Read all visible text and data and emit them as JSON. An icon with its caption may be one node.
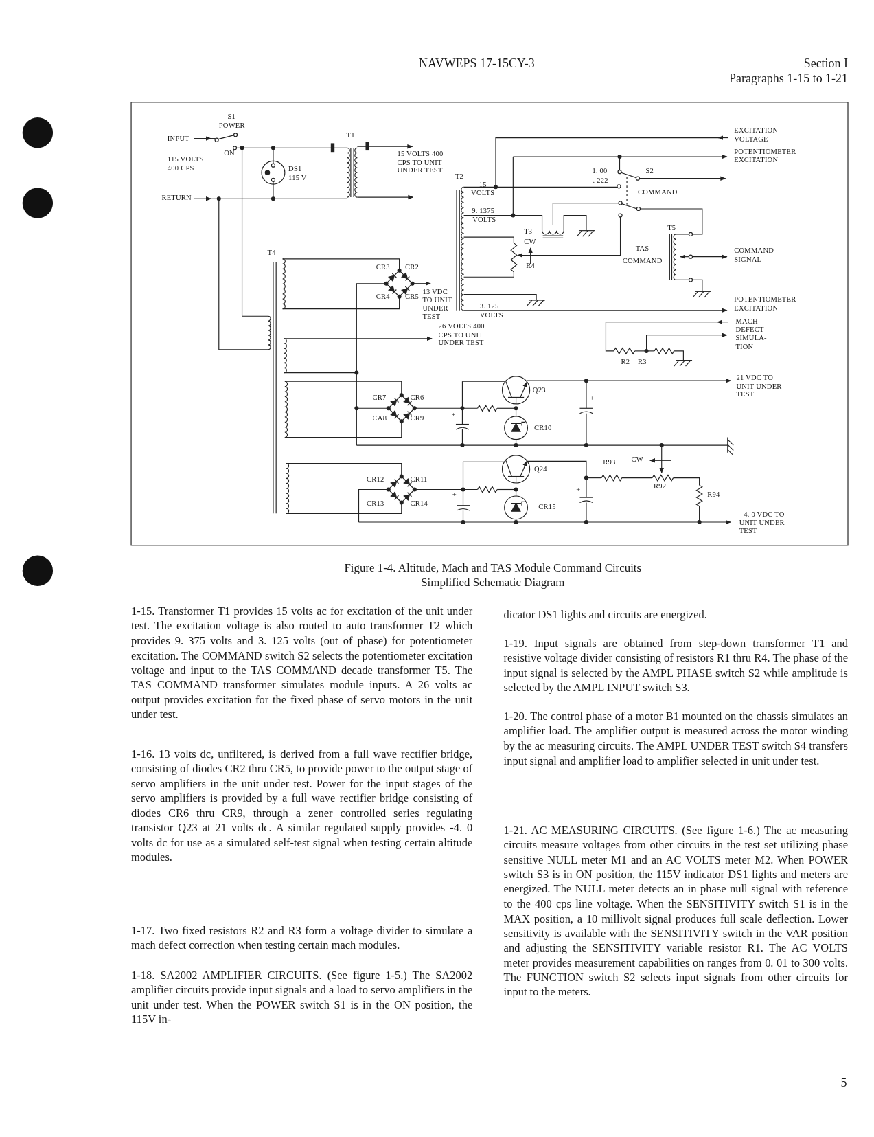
{
  "diagram": {
    "caption": "Figure 1-4. Altitude, Mach and TAS Module Command Circuits Simplified Schematic Diagram",
    "labels": [
      "NAVWEPS 17-15CY-3",
      "Section I",
      "Paragraphs 1-15 to 1-21",
      "S1",
      "POWER",
      "INPUT",
      "ON",
      "115 VOLTS 400 CPS",
      "T1",
      "DS1 115 V",
      "15 VOLTS 400 CPS TO UNIT UNDER TEST",
      "T2",
      "RETURN",
      "15",
      "VOLTS",
      "9. 1375",
      "VOLTS",
      "1. 00",
      ". 222",
      "S2",
      "COMMAND",
      "T3",
      "CW",
      "R4",
      "TAS",
      "COMMAND",
      "T5",
      "T4",
      "CR3",
      "CR2",
      "CR4",
      "CR5",
      "13 VDC TO UNIT UNDER TEST",
      "3. 125",
      "VOLTS",
      "26 VOLTS 400 CPS TO UNIT UNDER TEST",
      "EXCITATION VOLTAGE",
      "POTENTIOMETER EXCITATION",
      "COMMAND SIGNAL",
      "POTENTIOMETER EXCITATION",
      "MACH DEFECT SIMULA- TION",
      "R2",
      "R3",
      "21 VDC TO UNIT UNDER TEST",
      "Q23",
      "CR10",
      "CR7",
      "CR6",
      "CA8",
      "CR9",
      "+",
      "+",
      "CR12",
      "CR11",
      "CR13",
      "CR14",
      "+",
      "+",
      "Q24",
      "CR15",
      "R93",
      "CW",
      "R92",
      "R94",
      "- 4. 0 VDC TO UNIT UNDER TEST",
      "1-15. Transformer T1 provides 15 volts ac for excitation of the unit under test. The excitation voltage is also routed to auto transformer T2 which provides 9. 375 volts and 3. 125 volts (out of phase) for potentiometer excitation. The COMMAND switch S2 selects the potentiometer excitation voltage and input to the TAS COMMAND decade transformer T5. The TAS COMMAND transformer simulates module inputs. A 26 volts ac output provides excitation for the fixed phase of servo motors in the unit under test.",
      "1-16. 13 volts dc, unfiltered, is derived from a full wave rectifier bridge, consisting of diodes CR2 thru CR5, to provide power to the output stage of servo amplifiers in the unit under test. Power for the input stages of the servo amplifiers is provided by a full wave rectifier bridge consisting of diodes CR6 thru CR9, through a zener controlled series regulating transistor Q23 at 21 volts dc. A similar regulated supply provides -4. 0 volts dc for use as a simulated self-test signal when testing certain altitude modules.",
      "1-17. Two fixed resistors R2 and R3 form a voltage divider to simulate a mach defect correction when testing certain mach modules.",
      "1-18. SA2002 AMPLIFIER CIRCUITS. (See figure 1-5.) The SA2002 amplifier circuits provide input signals and a load to servo amplifiers in the unit under test. When the POWER switch S1 is in the ON position, the 115V in-",
      "dicator DS1 lights and circuits are energized.",
      "1-19. Input signals are obtained from step-down transformer T1 and resistive voltage divider consisting of resistors R1 thru R4. The phase of the input signal is selected by the AMPL PHASE switch S2 while amplitude is selected by the AMPL INPUT switch S3.",
      "1-20. The control phase of a motor B1 mounted on the chassis simulates an amplifier load. The amplifier output is measured across the motor winding by the ac measuring circuits. The AMPL UNDER TEST switch S4 transfers input signal and amplifier load to amplifier selected in unit under test.",
      "1-21. AC MEASURING CIRCUITS. (See figure 1-6.) The ac measuring circuits measure voltages from other circuits in the test set utilizing phase sensitive NULL meter M1 and an AC VOLTS meter M2. When POWER switch S3 is in ON position, the 115V indicator DS1 lights and meters are energized. The NULL meter detects an in phase null signal with reference to the 400 cps line voltage. When the SENSITIVITY switch S1 is in the MAX position, a 10 millivolt signal produces full scale deflection. Lower sensitivity is available with the SENSITIVITY switch in the VAR position and adjusting the SENSITIVITY variable resistor R1. The AC VOLTS meter provides measurement capabilities on ranges from 0. 01 to 300 volts. The FUNCTION switch S2 selects input signals from other circuits for input to the meters.",
      "5"
    ]
  }
}
